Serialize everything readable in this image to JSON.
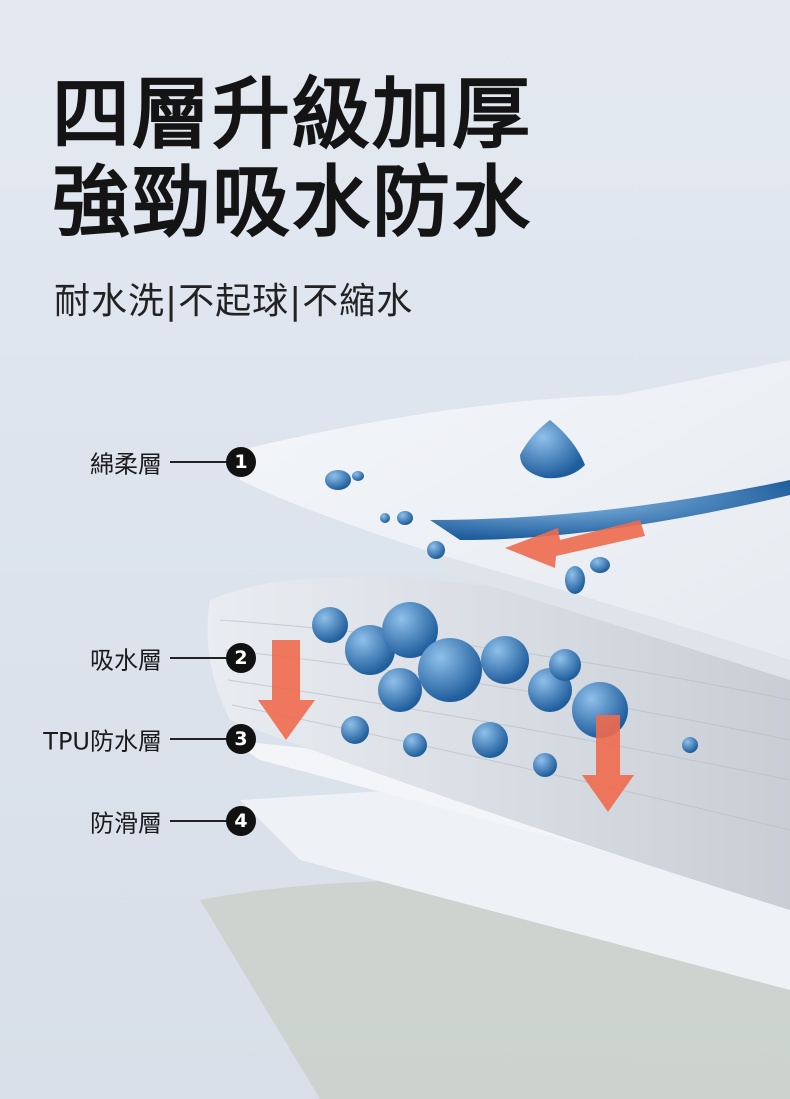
{
  "headline": {
    "line1": "四層升級加厚",
    "line2": "強勁吸水防水"
  },
  "subtitle": "耐水洗|不起球|不縮水",
  "layers": [
    {
      "number": "1",
      "label": "綿柔層"
    },
    {
      "number": "2",
      "label": "吸水層"
    },
    {
      "number": "3",
      "label": "TPU防水層"
    },
    {
      "number": "4",
      "label": "防滑層"
    }
  ],
  "colors": {
    "water": "#2f6fae",
    "arrow": "#ee6a4e",
    "background": "#dde4ee"
  }
}
